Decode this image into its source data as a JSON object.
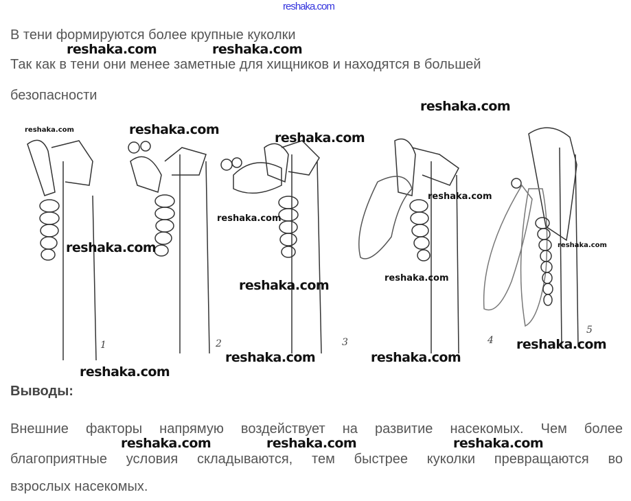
{
  "header_watermark": "reshaka.com",
  "text": {
    "line1": "В тени формируются более крупные куколки",
    "line2": "Так как в тени они менее заметные для хищников и находятся в большей",
    "line3": "безопасности"
  },
  "figure": {
    "labels": [
      "1",
      "2",
      "3",
      "4",
      "5"
    ]
  },
  "conclusion": {
    "heading": "Выводы:",
    "lines": [
      "Внешние факторы напрямую воздействует на развитие насекомых. Чем более",
      "благоприятные условия складываются, тем быстрее куколки превращаются во",
      "взрослых насекомых."
    ]
  },
  "watermark": "reshaka.com"
}
